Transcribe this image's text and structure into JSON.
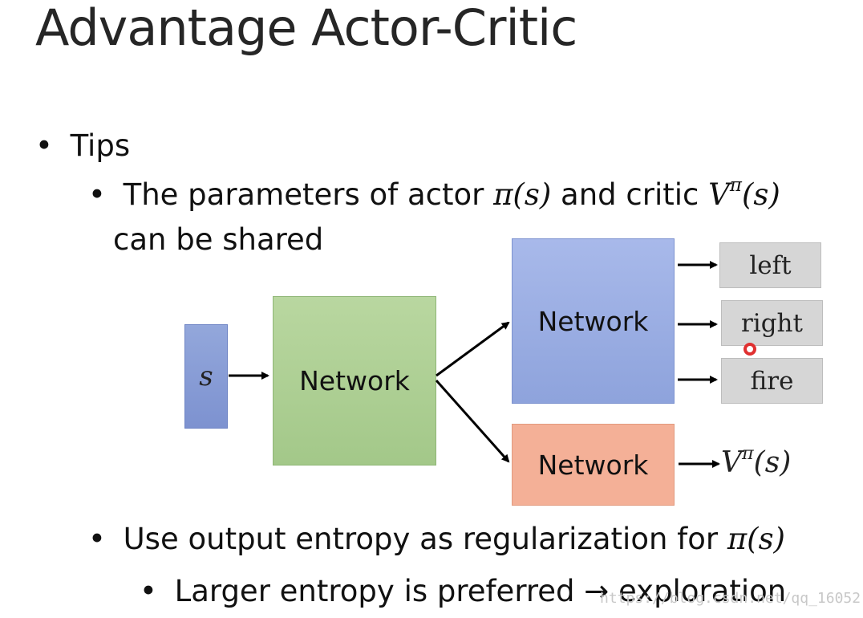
{
  "title": "Advantage Actor-Critic",
  "bullets": {
    "level1_marker": "•",
    "tips": "Tips",
    "param_prefix": "The parameters of actor ",
    "param_pi": "π(s)",
    "param_middle": " and critic ",
    "critic_V": "V",
    "critic_sup": "π",
    "critic_args": "(s)",
    "shared_line": "can be shared",
    "entropy_prefix": "Use output entropy as regularization for ",
    "entropy_pi": "π(s)",
    "larger_entropy": "Larger entropy is preferred → exploration"
  },
  "diagram": {
    "input_label": "s",
    "shared_network_label": "Network",
    "actor_network_label": "Network",
    "critic_network_label": "Network",
    "actions": [
      "left",
      "right",
      "fire"
    ],
    "critic_output_V": "V",
    "critic_output_sup": "π",
    "critic_output_args": "(s)",
    "colors": {
      "input": "#8a9dd6",
      "shared": "#acce93",
      "actor": "#9cafe3",
      "critic": "#f4b097",
      "action": "#d6d6d6",
      "cursor_marker": "#e03030"
    }
  },
  "watermark": "https://blog.csdn.net/qq_16052"
}
